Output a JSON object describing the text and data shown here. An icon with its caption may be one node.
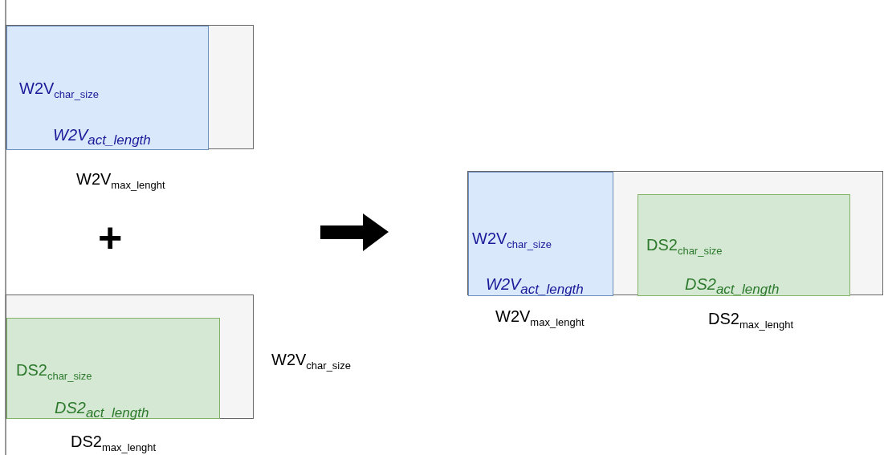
{
  "diagram": {
    "nodes": [
      {
        "text": [],
        "shape": "box",
        "beside": [
          "W2V$_{max_lenght}$"
        ]
      },
      {
        "text": [
          "W2V$_{char_size}$",
          "W2V$_{act_length}$"
        ],
        "in": 0
      },
      {
        "text": [],
        "shape": "box",
        "beside": [
          "DS2$_{max_lenght}$",
          "W2V$_{char_size}$"
        ]
      },
      {
        "text": [
          "DS2$_{char_size}$",
          "DS2$_{act_length}$"
        ],
        "in": 2
      },
      {
        "text": [],
        "shape": "box"
      },
      {
        "text": [
          "W2V$_{char_size}$",
          "W2V$_{act_length}$"
        ],
        "in": 4,
        "beside": [
          "W2V$_{max_lenght}$"
        ]
      },
      {
        "text": [
          "DS2$_{char_size}$",
          "DS2$_{act_length}$"
        ],
        "in": 4,
        "beside": [
          "DS2$_{max_lenght}$"
        ]
      }
    ],
    "edges": [],
    "labels": [
      "+"
    ]
  }
}
